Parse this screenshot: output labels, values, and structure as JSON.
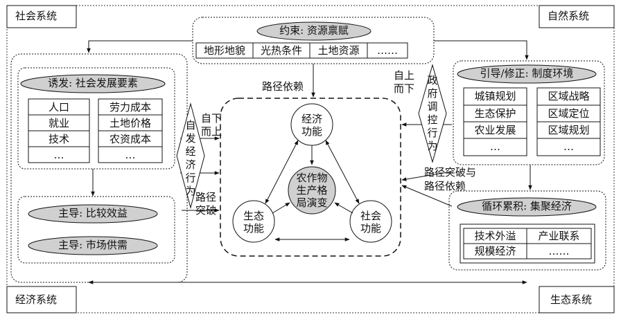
{
  "corners": {
    "social_system": "社会系统",
    "natural_system": "自然系统",
    "economic_system": "经济系统",
    "ecological_system": "生态系统"
  },
  "constraint": {
    "title": "约束: 资源禀赋",
    "items": [
      "地形地貌",
      "光热条件",
      "土地资源",
      "……"
    ]
  },
  "trigger": {
    "title": "诱发: 社会发展要素",
    "left_items": [
      "人口",
      "就业",
      "技术",
      "…"
    ],
    "right_items": [
      "劳力成本",
      "土地价格",
      "农资成本",
      "…"
    ]
  },
  "leading": {
    "item1": "主导: 比较效益",
    "item2": "主导: 市场供需"
  },
  "guide": {
    "title": "引导/修正: 制度环境",
    "left_items": [
      "城镇规划",
      "生态保护",
      "农业发展",
      "…"
    ],
    "right_items": [
      "区域战略",
      "区域定位",
      "区域规划",
      "…"
    ]
  },
  "cycle": {
    "title": "循环累积: 集聚经济",
    "cells": [
      "技术外溢",
      "产业联系",
      "规模经济",
      "……"
    ]
  },
  "center": {
    "economic_function": "经济功能",
    "ecological_function": "生态功能",
    "social_function": "社会功能",
    "core": "农作物生产格局演变"
  },
  "labels": {
    "path_dependence": "路径依赖",
    "top_down": "自上而下",
    "gov_regulation": "政府调控行为",
    "bottom_up": "自下而上",
    "spontaneous": "自发经济行为",
    "path_break": "路径突破",
    "break_and_depend_1": "路径突破与",
    "break_and_depend_2": "路径依赖"
  }
}
